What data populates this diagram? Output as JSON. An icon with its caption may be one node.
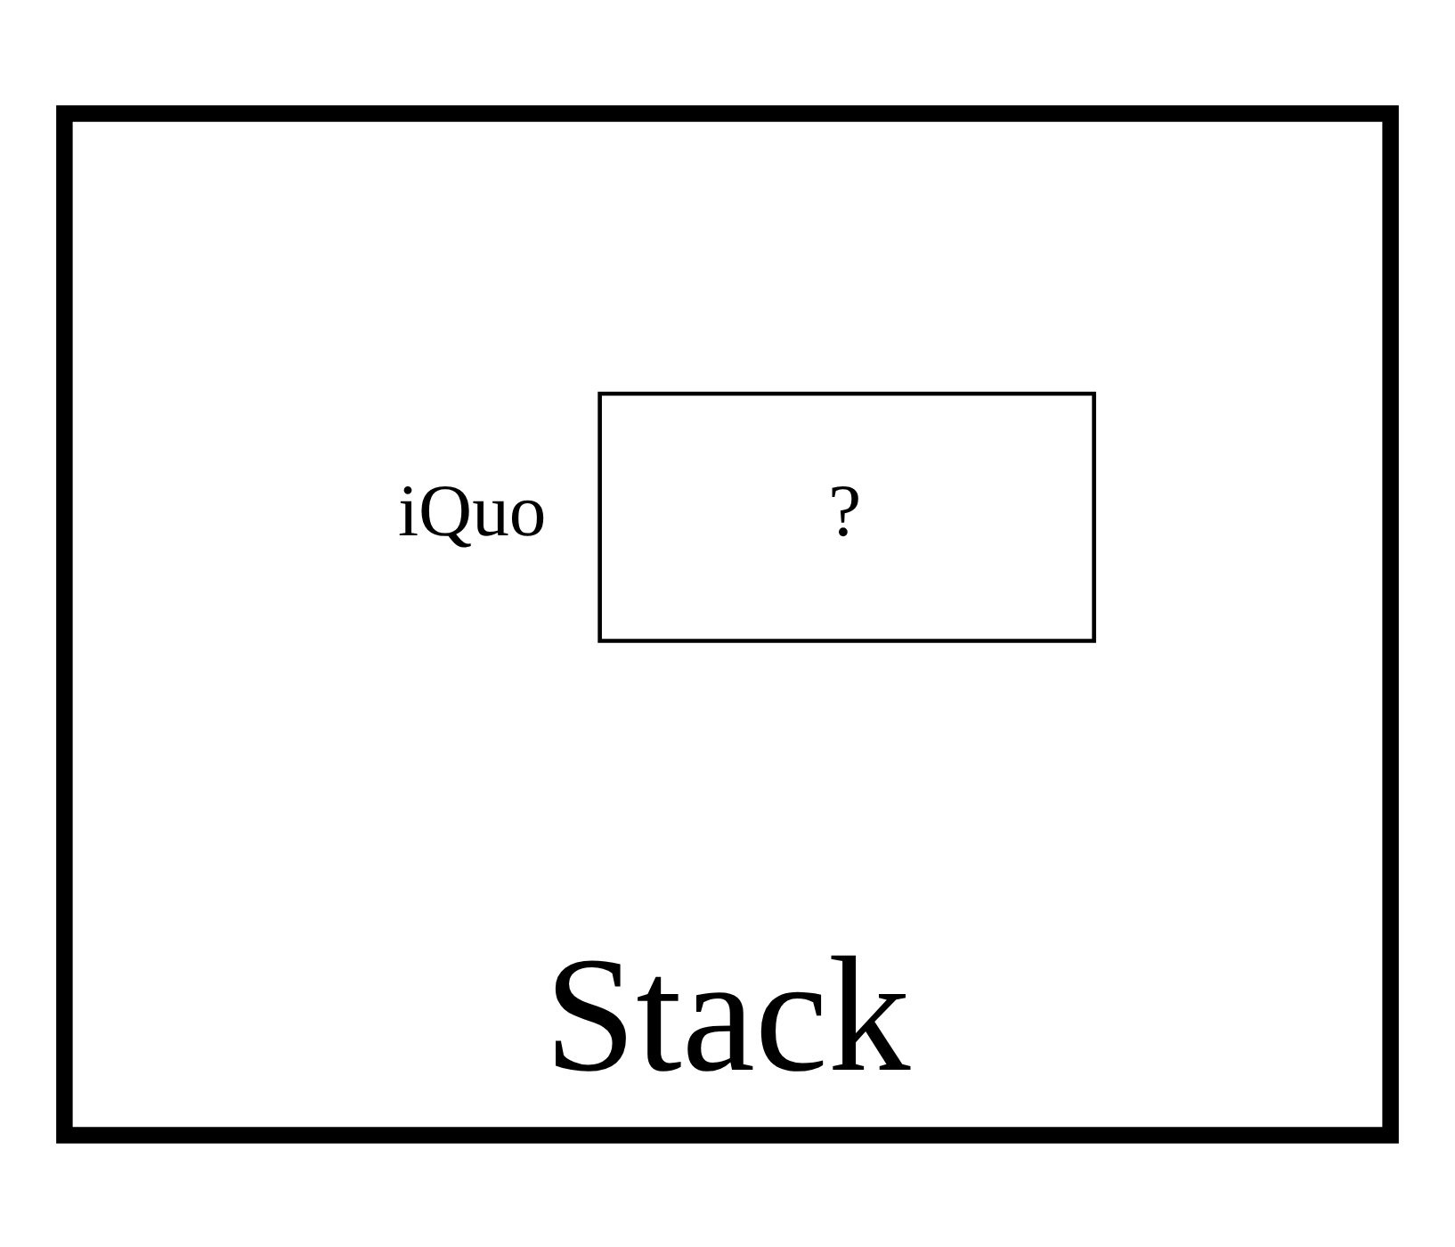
{
  "diagram": {
    "nodes": [
      {
        "text": [
          "Stack"
        ]
      },
      {
        "text": [
          "?"
        ],
        "in": 0,
        "beside": [
          "iQuo"
        ]
      }
    ]
  }
}
